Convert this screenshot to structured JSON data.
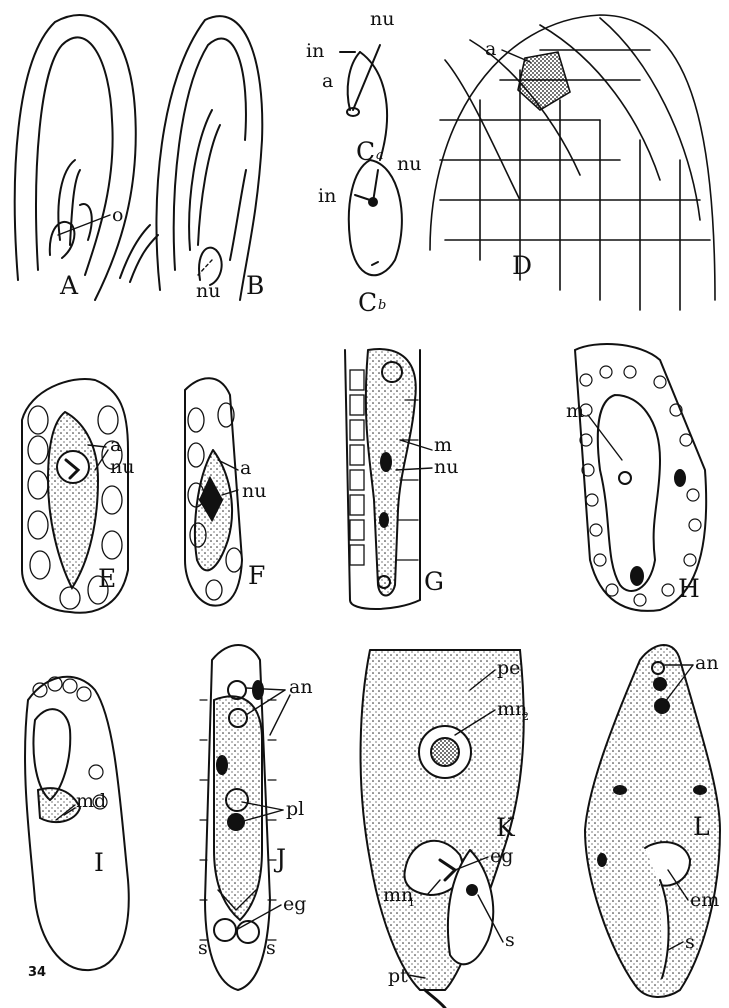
{
  "plate_number": "34",
  "figures": [
    {
      "letter": "A",
      "labels": [
        "o"
      ]
    },
    {
      "letter": "B",
      "labels": [
        "nu"
      ]
    },
    {
      "letter": "C",
      "sub": "a",
      "labels": [
        "nu",
        "in",
        "a"
      ]
    },
    {
      "letter": "C",
      "sub": "b",
      "labels": [
        "nu",
        "in"
      ]
    },
    {
      "letter": "D",
      "labels": [
        "a"
      ]
    },
    {
      "letter": "E",
      "labels": [
        "a",
        "nu"
      ]
    },
    {
      "letter": "F",
      "labels": [
        "a",
        "nu"
      ]
    },
    {
      "letter": "G",
      "labels": [
        "m",
        "nu"
      ]
    },
    {
      "letter": "H",
      "labels": [
        "m"
      ]
    },
    {
      "letter": "I",
      "labels": [
        "md"
      ]
    },
    {
      "letter": "J",
      "labels": [
        "an",
        "pl",
        "eg",
        "s",
        "s"
      ]
    },
    {
      "letter": "K",
      "labels": [
        "pe",
        "mn",
        "eg",
        "mn",
        "s",
        "pt"
      ],
      "subscripts": [
        "2",
        "1"
      ]
    },
    {
      "letter": "L",
      "labels": [
        "an",
        "em",
        "s"
      ]
    }
  ]
}
